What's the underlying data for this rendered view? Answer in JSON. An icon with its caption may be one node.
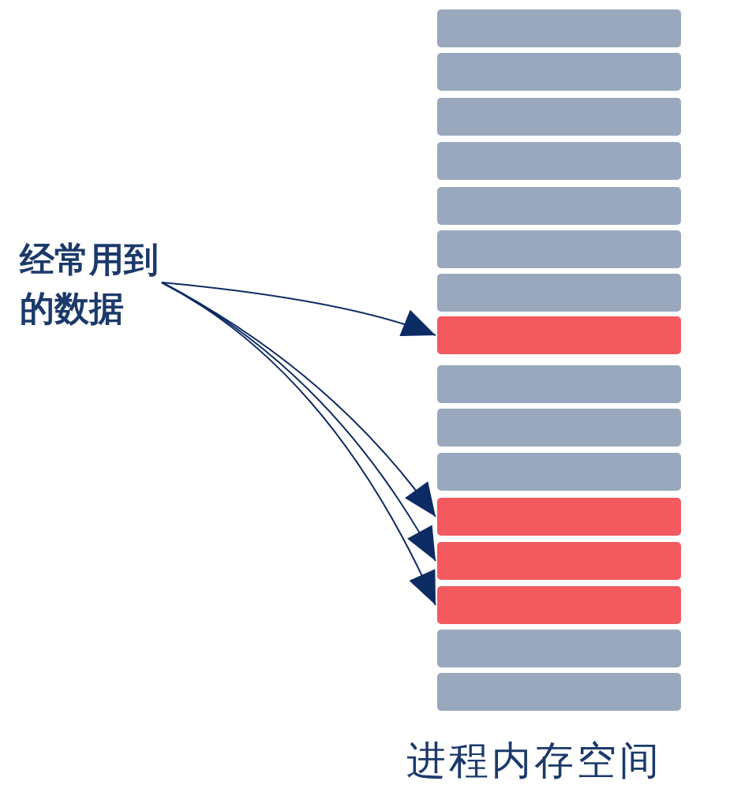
{
  "diagram": {
    "nodes": [
      {
        "text": [
          "经常用到的数据"
        ]
      },
      {
        "text": [],
        "shape": "bar"
      },
      {
        "text": [],
        "shape": "bar"
      },
      {
        "text": [],
        "shape": "bar"
      },
      {
        "text": [],
        "shape": "bar"
      },
      {
        "text": [],
        "shape": "bar"
      },
      {
        "text": [],
        "shape": "bar"
      },
      {
        "text": [],
        "shape": "bar"
      },
      {
        "text": [],
        "shape": "bar"
      },
      {
        "text": [],
        "shape": "bar"
      },
      {
        "text": [],
        "shape": "bar"
      },
      {
        "text": [],
        "shape": "bar"
      },
      {
        "text": [],
        "shape": "bar"
      },
      {
        "text": [],
        "shape": "bar"
      },
      {
        "text": [],
        "shape": "bar"
      },
      {
        "text": [],
        "shape": "bar"
      },
      {
        "text": [],
        "shape": "bar"
      }
    ],
    "edges": [
      {
        "from": 0,
        "to": 8,
        "arrow": "to"
      },
      {
        "from": 0,
        "to": 12,
        "arrow": "to"
      },
      {
        "from": 0,
        "to": 13,
        "arrow": "to"
      },
      {
        "from": 0,
        "to": 14,
        "arrow": "to"
      }
    ],
    "labels": [
      "进程内存空间"
    ]
  }
}
